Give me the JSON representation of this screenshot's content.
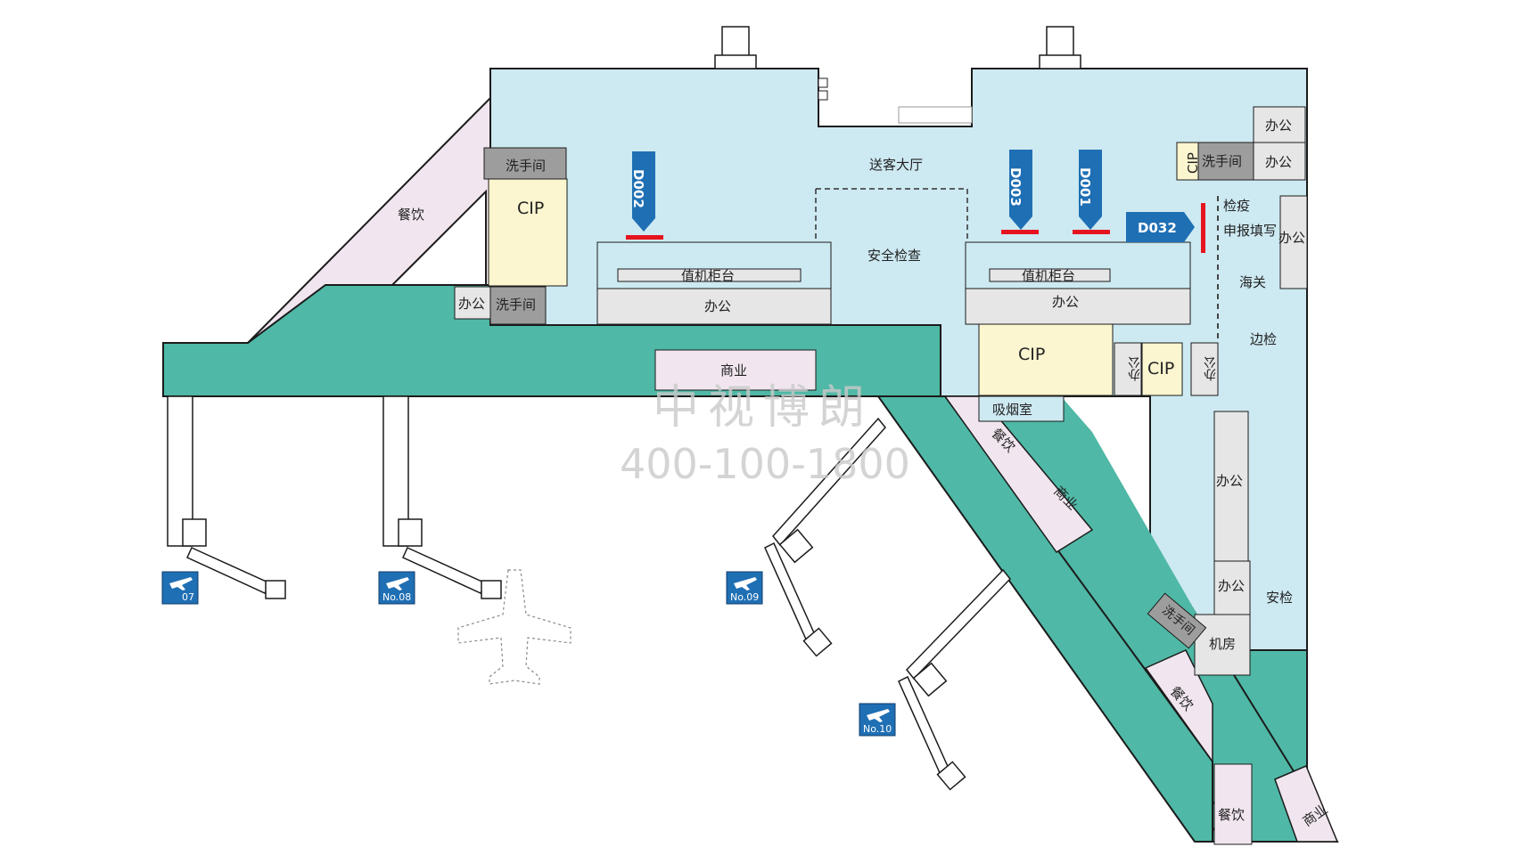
{
  "colors": {
    "hall": "#cde9f2",
    "corridor": "#4fb8a6",
    "restaurant": "#f1e6ef",
    "cip": "#fbf6cf",
    "office": "#e6e6e6",
    "washroom": "#9d9d9d",
    "outline": "#1b1b1b",
    "marker": "#1f6fb4",
    "ad_line": "#e6141e",
    "gate_badge": "#1f6fb4"
  },
  "areas": {
    "departure_hall": "送客大厅",
    "security_check": "安全检查",
    "checkin_left": "值机柜台",
    "checkin_right": "值机柜台",
    "quarantine": "检疫",
    "declaration": "申报填写",
    "customs": "海关",
    "border": "边检",
    "security_right": "安检",
    "smoking_room": "吸烟室",
    "machine_room": "机房"
  },
  "rooms": {
    "washroom_top": "洗手间",
    "washroom_mid": "洗手间",
    "washroom_right": "洗手间",
    "washroom_diag": "洗手间",
    "cip_left": "CIP",
    "cip_center": "CIP",
    "cip_small": "CIP",
    "cip_vertical": "CIP",
    "office_small_left": "办公",
    "office_left": "办公",
    "office_right": "办公",
    "office_top1": "办公",
    "office_top2": "办公",
    "office_side": "办公",
    "office_v1": "办公",
    "office_v2": "办公",
    "office_r1": "办公",
    "office_r2": "办公",
    "restaurant_left": "餐饮",
    "restaurant_diag": "餐饮",
    "restaurant_diag2": "餐饮",
    "restaurant_bottom": "餐饮",
    "shop_center": "商业",
    "shop_diag": "商业",
    "shop_bottom": "商业"
  },
  "markers": [
    {
      "id": "D002",
      "label": "D002"
    },
    {
      "id": "D003",
      "label": "D003"
    },
    {
      "id": "D001",
      "label": "D001"
    },
    {
      "id": "D032",
      "label": "D032"
    }
  ],
  "gates": [
    {
      "id": "07",
      "label": "07"
    },
    {
      "id": "08",
      "label": "No.08"
    },
    {
      "id": "09",
      "label": "No.09"
    },
    {
      "id": "10",
      "label": "No.10"
    }
  ],
  "watermark": {
    "name": "中视博朗",
    "phone": "400-100-1800"
  }
}
